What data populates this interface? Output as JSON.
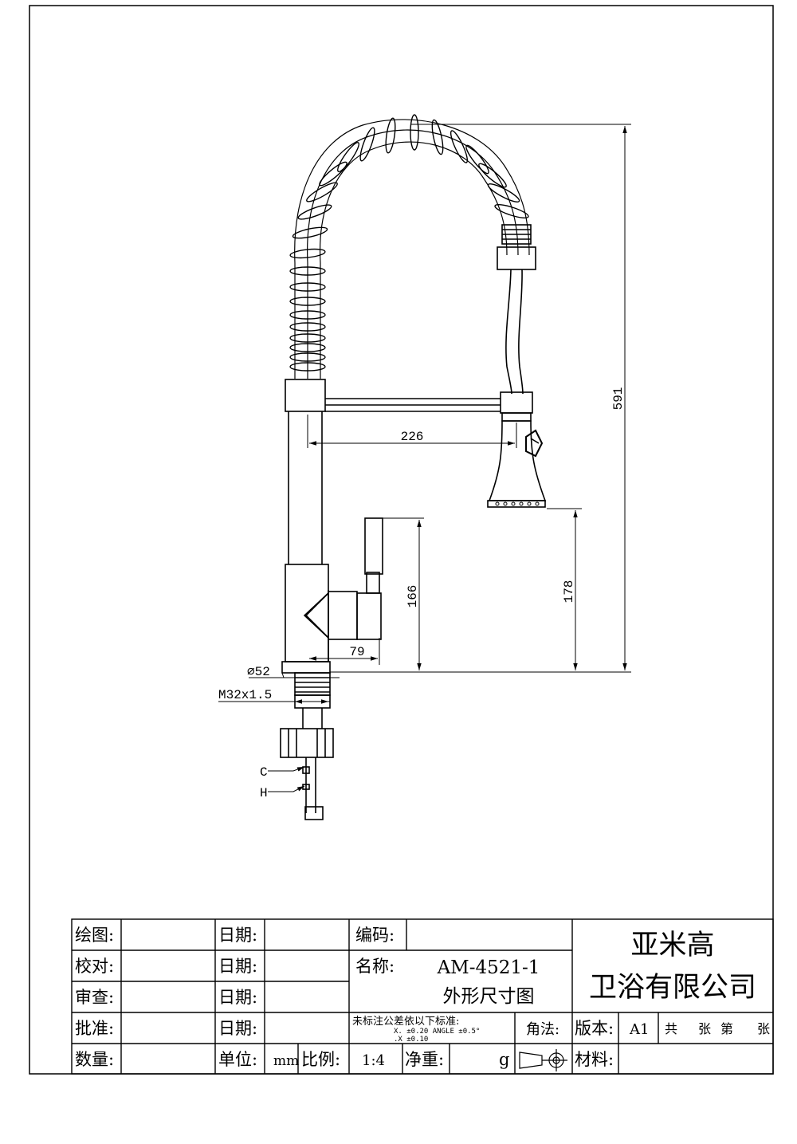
{
  "drawing": {
    "dimensions": {
      "total_height": "591",
      "spout_reach": "226",
      "handle_height": "166",
      "spray_height": "178",
      "body_offset": "79",
      "base_diameter": "⌀52",
      "thread": "M32x1.5"
    },
    "hoses": {
      "cold": "C",
      "hot": "H"
    }
  },
  "title_block": {
    "drawn_by_label": "绘图:",
    "checked_by_label": "校对:",
    "reviewed_by_label": "审查:",
    "approved_by_label": "批准:",
    "quantity_label": "数量:",
    "date_label": "日期:",
    "code_label": "编码:",
    "name_label": "名称:",
    "model": "AM-4521-1",
    "drawing_title": "外形尺寸图",
    "tolerance_title": "未标注公差依以下标准:",
    "tolerance_line1": "X.      ±0.20  ANGLE  ±0.5°",
    "tolerance_line2": ".X      ±0.10",
    "angle_method_label": "角法:",
    "unit_label": "单位:",
    "unit_value": "mm",
    "scale_label": "比例:",
    "scale_value": "1:4",
    "net_weight_label": "净重:",
    "weight_unit": "g",
    "version_label": "版本:",
    "version_value": "A1",
    "sheets_total": "共",
    "sheets_unit": "张",
    "sheet_no": "第",
    "sheet_unit2": "张",
    "material_label": "材料:",
    "company_line1": "亚米高",
    "company_line2": "卫浴有限公司"
  }
}
